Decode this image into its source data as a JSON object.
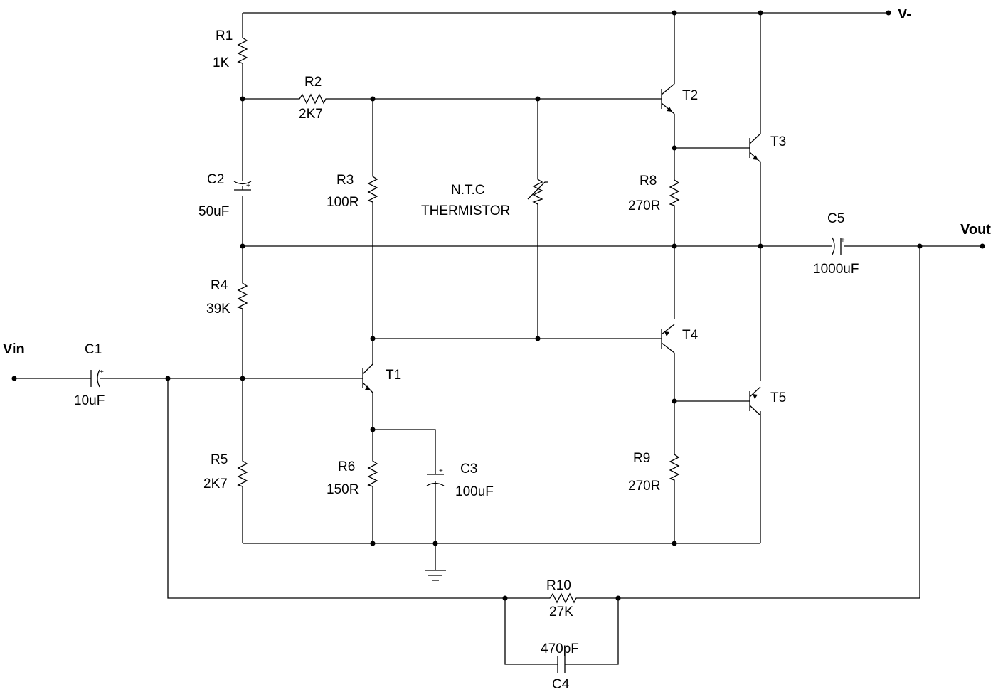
{
  "terminals": {
    "vin": "Vin",
    "vout": "Vout",
    "vminus": "V-"
  },
  "components": {
    "r1": {
      "ref": "R1",
      "value": "1K"
    },
    "r2": {
      "ref": "R2",
      "value": "2K7"
    },
    "r3": {
      "ref": "R3",
      "value": "100R"
    },
    "r4": {
      "ref": "R4",
      "value": "39K"
    },
    "r5": {
      "ref": "R5",
      "value": "2K7"
    },
    "r6": {
      "ref": "R6",
      "value": "150R"
    },
    "r8": {
      "ref": "R8",
      "value": "270R"
    },
    "r9": {
      "ref": "R9",
      "value": "270R"
    },
    "r10": {
      "ref": "R10",
      "value": "27K"
    },
    "c1": {
      "ref": "C1",
      "value": "10uF"
    },
    "c2": {
      "ref": "C2",
      "value": "50uF"
    },
    "c3": {
      "ref": "C3",
      "value": "100uF"
    },
    "c4": {
      "ref": "C4",
      "value": "470pF"
    },
    "c5": {
      "ref": "C5",
      "value": "1000uF"
    },
    "ntc": {
      "line1": "N.T.C",
      "line2": "THERMISTOR"
    },
    "t1": {
      "ref": "T1"
    },
    "t2": {
      "ref": "T2"
    },
    "t3": {
      "ref": "T3"
    },
    "t4": {
      "ref": "T4"
    },
    "t5": {
      "ref": "T5"
    }
  },
  "polarity_mark": "+"
}
